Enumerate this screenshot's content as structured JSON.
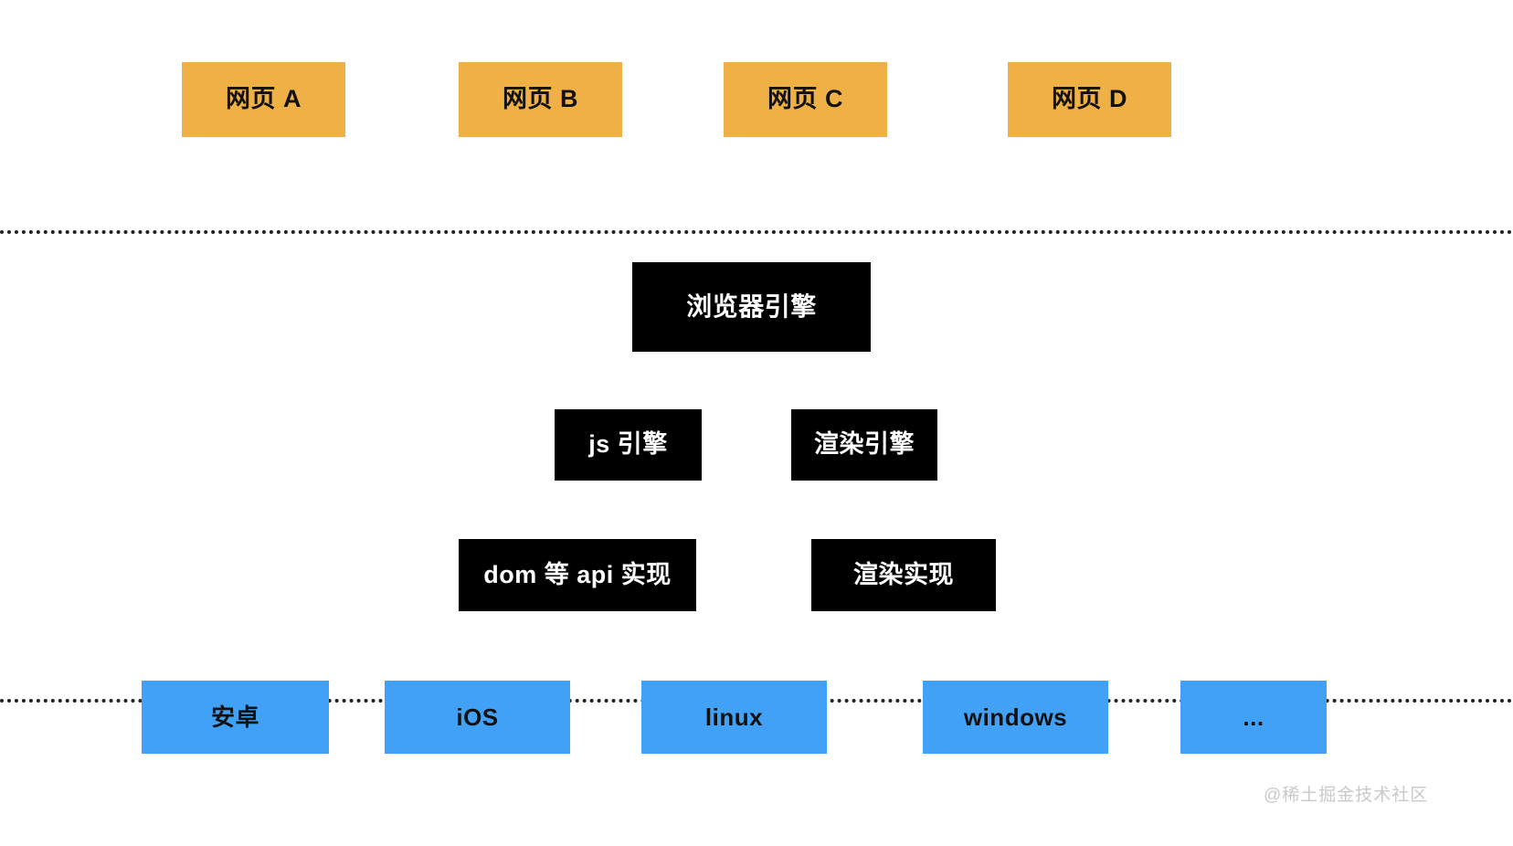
{
  "diagram": {
    "title": "browser-architecture-layers",
    "colors": {
      "web_page_box": "#efb145",
      "engine_box": "#000000",
      "engine_text": "#ffffff",
      "os_box": "#41a1f7",
      "divider": "#222222",
      "background": "#ffffff",
      "watermark": "#c9c9c9"
    },
    "layers": {
      "web_pages": {
        "items": [
          {
            "label": "网页 A"
          },
          {
            "label": "网页 B"
          },
          {
            "label": "网页 C"
          },
          {
            "label": "网页 D"
          }
        ]
      },
      "browser_engine": {
        "items": [
          {
            "label": "浏览器引擎"
          }
        ]
      },
      "engine_components": {
        "items": [
          {
            "label": "js 引擎"
          },
          {
            "label": "渲染引擎"
          }
        ]
      },
      "engine_implementations": {
        "items": [
          {
            "label": "dom 等 api 实现"
          },
          {
            "label": "渲染实现"
          }
        ]
      },
      "operating_systems": {
        "items": [
          {
            "label": "安卓"
          },
          {
            "label": "iOS"
          },
          {
            "label": "linux"
          },
          {
            "label": "windows"
          },
          {
            "label": "..."
          }
        ]
      }
    },
    "watermark": "@稀土掘金技术社区"
  }
}
